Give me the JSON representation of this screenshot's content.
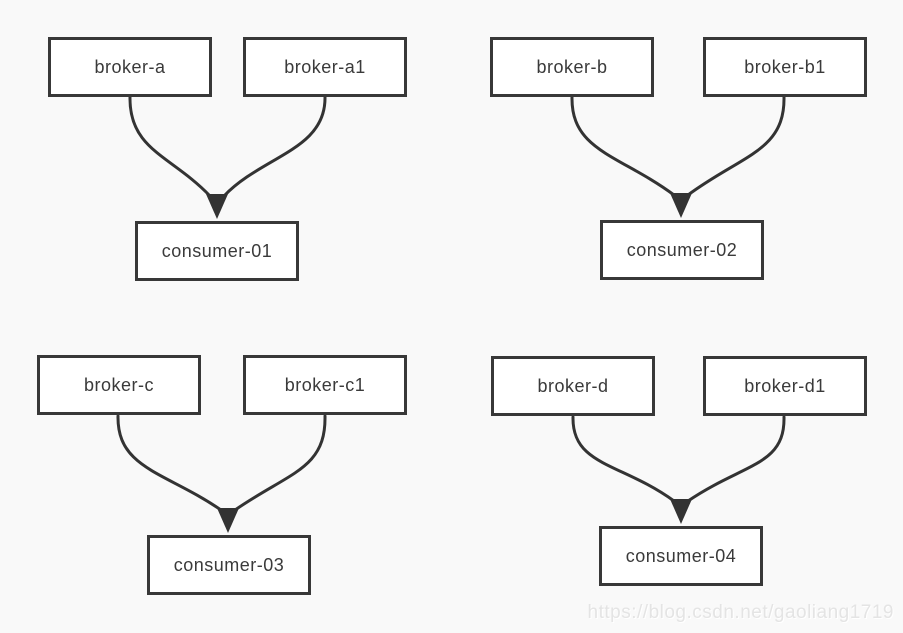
{
  "page": {
    "background_color": "#f9f9f9",
    "watermark": "https://blog.csdn.net/gaoliang1719"
  },
  "colors": {
    "box_fill": "#ffffff",
    "box_border": "#383838",
    "edge_stroke": "#333333",
    "label_text": "#3a3a3a",
    "watermark_text": "#e4e4e4"
  },
  "diagram": {
    "type": "broker-consumer-flow",
    "groups": [
      {
        "brokers": [
          {
            "label": "broker-a"
          },
          {
            "label": "broker-a1"
          }
        ],
        "consumer": {
          "label": "consumer-01"
        }
      },
      {
        "brokers": [
          {
            "label": "broker-b"
          },
          {
            "label": "broker-b1"
          }
        ],
        "consumer": {
          "label": "consumer-02"
        }
      },
      {
        "brokers": [
          {
            "label": "broker-c"
          },
          {
            "label": "broker-c1"
          }
        ],
        "consumer": {
          "label": "consumer-03"
        }
      },
      {
        "brokers": [
          {
            "label": "broker-d"
          },
          {
            "label": "broker-d1"
          }
        ],
        "consumer": {
          "label": "consumer-04"
        }
      }
    ],
    "edges": [
      {
        "from": "broker-a",
        "to": "consumer-01"
      },
      {
        "from": "broker-a1",
        "to": "consumer-01"
      },
      {
        "from": "broker-b",
        "to": "consumer-02"
      },
      {
        "from": "broker-b1",
        "to": "consumer-02"
      },
      {
        "from": "broker-c",
        "to": "consumer-03"
      },
      {
        "from": "broker-c1",
        "to": "consumer-03"
      },
      {
        "from": "broker-d",
        "to": "consumer-04"
      },
      {
        "from": "broker-d1",
        "to": "consumer-04"
      }
    ]
  }
}
